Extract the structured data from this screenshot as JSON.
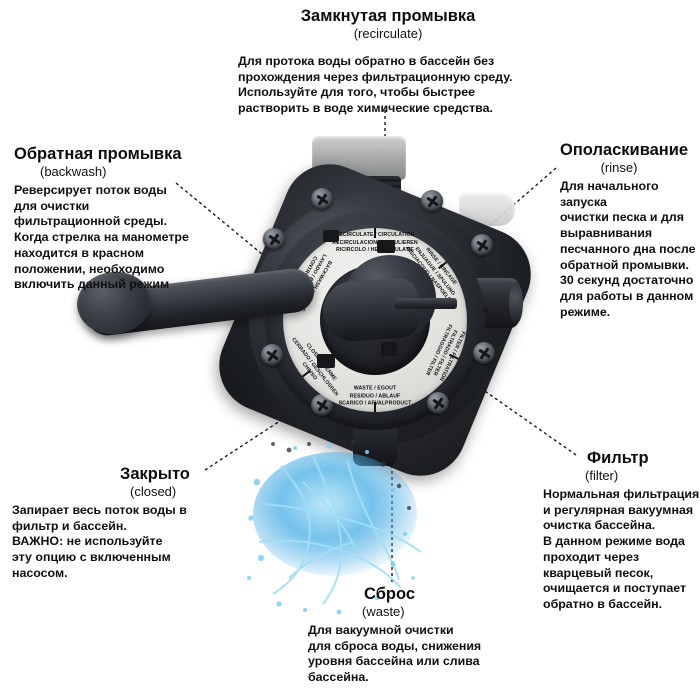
{
  "diagram": {
    "subject": "pool-filter-multiport-valve",
    "leader_line_style": "dashed-black"
  },
  "callouts": [
    {
      "id": "recirculate",
      "title": "Замкнутая промывка",
      "subtitle": "(recirculate)",
      "body": "Для протока воды обратно в бассейн без\nпрохождения через фильтрационную среду.\nИспользуйте для того, чтобы быстрее\nрастворить в воде химические средства."
    },
    {
      "id": "backwash",
      "title": "Обратная промывка",
      "subtitle": "(backwash)",
      "body": "Реверсирует поток воды\nдля очистки\nфильтрационной среды.\nКогда стрелка на манометре\nнаходится в красном\nположении, необходимо\nвключить данный режим"
    },
    {
      "id": "rinse",
      "title": "Ополаскивание",
      "subtitle": "(rinse)",
      "body": "Для начального запуска\nочистки песка и для\nвыравнивания\nпесчанного дна после\nобратной промывки.\n30 секунд достаточно\nдля работы в данном\nрежиме."
    },
    {
      "id": "filter",
      "title": "Фильтр",
      "subtitle": "(filter)",
      "body": "Нормальная фильтрация\nи регулярная вакуумная\nочистка бассейна.\nВ данном режиме вода\nпроходит через\nкварцевый песок,\nочищается и поступает\nобратно в бассейн."
    },
    {
      "id": "closed",
      "title": "Закрыто",
      "subtitle": "(closed)",
      "body": "Запирает весь поток воды в\nфильтр и бассейн.\nВАЖНО: не используйте\nэту опцию с включенным\nнасосом."
    },
    {
      "id": "waste",
      "title": "Сброс",
      "subtitle": "(waste)",
      "body": "Для вакуумной очистки\nдля сброса воды, снижения\nуровня бассейна или слива\nбассейна."
    }
  ],
  "valve_dial": {
    "positions": [
      {
        "id": "recirculate",
        "angle_deg": 0,
        "text": "RECIRCULATE / CIRCULATION\nRECIRCULACION / ZIRKULIEREN\nRICIRCOLO / HERCIRCULATIE"
      },
      {
        "id": "rinse",
        "angle_deg": 51,
        "text": "RINSE / RINCAGE\nENJUAGUE / SPULUNG\nRISCIACQUO / NASPOELEN"
      },
      {
        "id": "filter",
        "angle_deg": 115,
        "text": "FILTER / FILTRATION\nFILTRADO / FILTER\nFILTRAGGIO / FILTER"
      },
      {
        "id": "waste",
        "angle_deg": 180,
        "text": "WASTE / EGOUT\nRESIDUO / ABLAUF\nSCARICO / AFVALPRODUCT"
      },
      {
        "id": "closed",
        "angle_deg": 232,
        "text": "CLOSED / FERME\nCERRADO / GESCHLOSSEN\nCHIUSO"
      },
      {
        "id": "backwash",
        "angle_deg": 300,
        "text": "BACKWASH / LAVAGE\nLAVADO / RUCKSPULEN\nCONTROLAVAGGIO"
      }
    ],
    "index_mark": "N"
  },
  "colors": {
    "background": "#ffffff",
    "text": "#111111",
    "leader": "#1a1a1a",
    "valve_body": "#22252a",
    "dial_face": "#e8e8e5",
    "cap": "#a9abab",
    "water": "#4fb4e8"
  }
}
